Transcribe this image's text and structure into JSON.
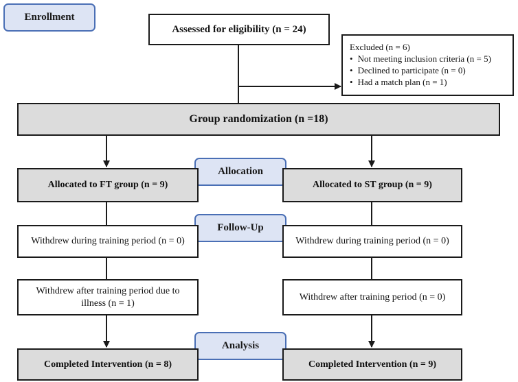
{
  "stages": {
    "enrollment": "Enrollment",
    "allocation": "Allocation",
    "follow_up": "Follow-Up",
    "analysis": "Analysis"
  },
  "assessed": "Assessed for eligibility (n = 24)",
  "excluded": {
    "title": "Excluded (n = 6)",
    "reasons": [
      "Not meeting inclusion criteria (n = 5)",
      "Declined to participate (n = 0)",
      "Had a match plan (n = 1)"
    ]
  },
  "randomization": "Group randomization (n =18)",
  "ft_group": {
    "allocated": "Allocated to FT group (n = 9)",
    "withdrew_during": "Withdrew during training period (n = 0)",
    "withdrew_after": "Withdrew after training period due to illness (n = 1)",
    "completed": "Completed Intervention (n = 8)"
  },
  "st_group": {
    "allocated": "Allocated to ST group (n = 9)",
    "withdrew_during": "Withdrew during training period (n = 0)",
    "withdrew_after": "Withdrew after training period (n = 0)",
    "completed": "Completed Intervention (n = 9)"
  }
}
